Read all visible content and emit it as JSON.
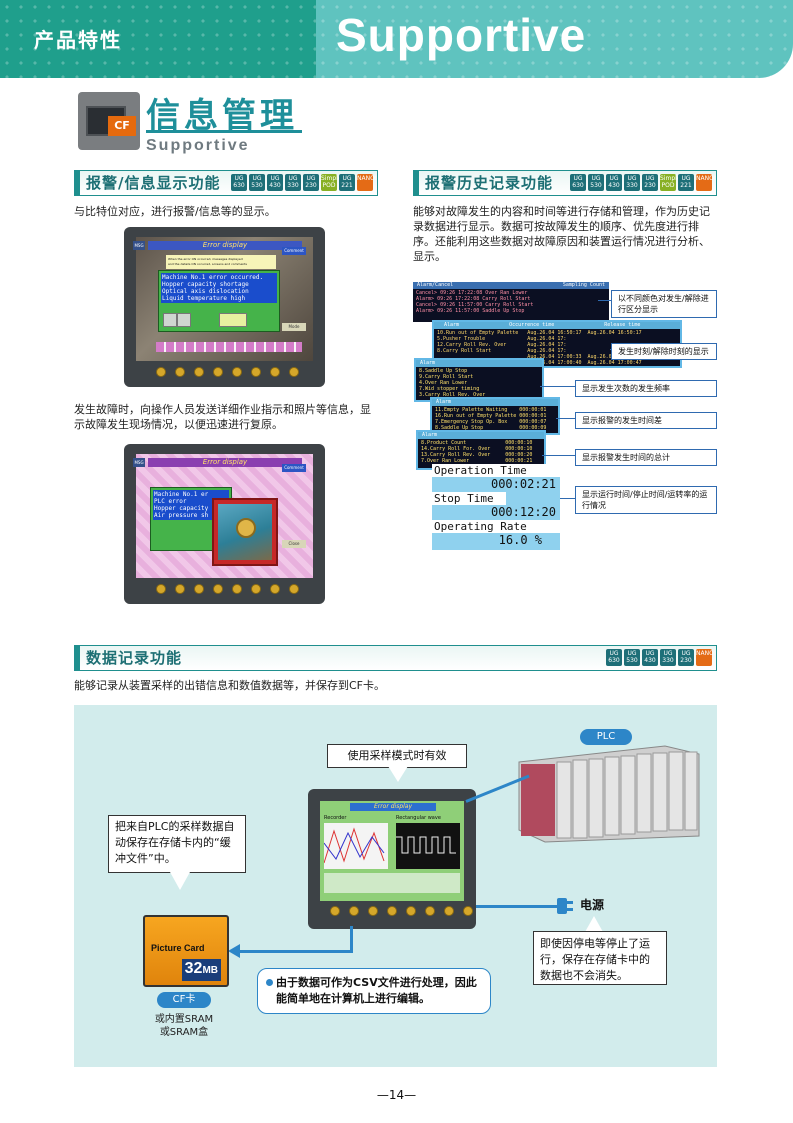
{
  "header": {
    "section_cn": "产品特性",
    "section_en": "Supportive"
  },
  "title": {
    "main": "信息管理",
    "sub": "Supportive",
    "icon_label": "CF"
  },
  "badges_full": [
    "UG\n630",
    "UG\n530",
    "UG\n430",
    "UG\n330",
    "UG\n230",
    "Simple\nPOD",
    "UG\n221",
    "NANO!"
  ],
  "badges_data": [
    "UG\n630",
    "UG\n530",
    "UG\n430",
    "UG\n330",
    "UG\n230",
    "NANO!"
  ],
  "section1": {
    "title": "报警/信息显示功能",
    "desc": "与比特位对应，进行报警/信息等的显示。",
    "desc2": "发生故障时，向操作人员发送详细作业指示和照片等信息，显示故障发生现场情况，以便迅速进行复原。",
    "screen1": {
      "title": "Error display",
      "subtitle1": "When the error ON occurred, messages displayed",
      "subtitle2": "and the details ON occurred, screens and comments",
      "lines": [
        "Machine No.1 error occurred.",
        "Hopper capacity shortage",
        "Optical axis dislocation",
        "Liquid temperature high"
      ],
      "btn": "Comment",
      "btn2": "Mode",
      "tag": "MSG"
    },
    "screen2": {
      "title": "Error display",
      "lines": [
        "Machine No.1 er",
        "PLC error",
        "Hopper capacity",
        "Air pressure sh"
      ],
      "btn": "Comment",
      "tag": "MSG",
      "btn2": "Close"
    }
  },
  "section2": {
    "title": "报警历史记录功能",
    "desc": "能够对故障发生的内容和时间等进行存储和管理，作为历史记录数据进行显示。数据可按故障发生的顺序、优先度进行排序。还能利用这些数据对故障原因和装置运行情况进行分析、显示。",
    "screens": {
      "top_head1": "Alarm/Cancel",
      "top_head2": "Sampling Count",
      "top_rows": [
        "Cancel> 09:26 17:22:08 Over Ran Lower",
        "Alarm> 09:26 17:22:08 Carry Roll Start",
        "Cancel> 09:26 11:57:00 Carry Roll Start",
        "Alarm> 09:26 11:57:00 Saddle Up Stop"
      ],
      "order_head": [
        "Alarm",
        "Occurrence time",
        "Release time"
      ],
      "order_rows": [
        "10.Run out of Empty Palette   Aug.26.04 16:50:17  Aug.26.04 16:50:17",
        "5.Pusher Trouble              Aug.26.04 17:",
        "12.Carry Roll Rev. Over       Aug.26.04 17:",
        "8.Carry Roll Start            Aug.26.04 17:",
        "                              Aug.26.04 17:00:33  Aug.26.04 17:00:45",
        "                              Aug.26.04 17:00:40  Aug.26.04 17:00:47"
      ],
      "freq_head": "Alarm",
      "freq_rows": [
        "8.Saddle Up Stop",
        "9.Carry Roll Start",
        "4.Over Ran Lower",
        "7.Wid stopper timing",
        "3.Carry Roll Rev. Over"
      ],
      "diff_head": "Alarm",
      "diff_rows": [
        "11.Empty Palette Waiting    000:00:01",
        "16.Run out of Empty Palette 000:00:01",
        "7.Emergency Stop Op. Box    000:00:07",
        "8.Saddle Up Stop            000:00:09"
      ],
      "total_head": "Alarm",
      "total_rows": [
        "8.Product Count             000:00:10",
        "14.Carry Roll For. Over     000:00:10",
        "13.Carry Roll Rev. Over     000:00:20",
        "7.Over Ran Lower            000:00:21"
      ],
      "op_label": "Operation Time",
      "op_value": "000:02:21",
      "stop_label": "Stop Time",
      "stop_value": "000:12:20",
      "rate_label": "Operating Rate",
      "rate_value": "16.0 %"
    },
    "callouts": [
      "以不同颜色对发生/解除进行区分显示",
      "发生时刻/解除时刻的显示",
      "显示发生次数的发生频率",
      "显示报警的发生时间差",
      "显示报警发生时间的总计",
      "显示运行时间/停止时间/运转率的运行情况"
    ]
  },
  "section3": {
    "title": "数据记录功能",
    "desc": "能够记录从装置采样的出错信息和数值数据等，并保存到CF卡。",
    "box_top": "使用采样模式时有效",
    "box_left": "把来自PLC的采样数据自动保存在存储卡内的“缓冲文件”中。",
    "box_right": "即使因停电等停止了运行，保存在存储卡中的数据也不会消失。",
    "box_bottom": "由于数据可作为CSV文件进行处理，因此能简单地在计算机上进行编辑。",
    "plc": "PLC",
    "power": "电源",
    "card_label": "Picture Card",
    "card_size": "32",
    "card_unit": "MB",
    "cf_tag": "CF卡",
    "cf_note1": "或内置SRAM",
    "cf_note2": "或SRAM盒",
    "screen_title": "Error display",
    "screen_left": "Recorder",
    "screen_right": "Rectangular wave"
  },
  "page_number": "—14—",
  "colors": {
    "teal": "#1f9f8c",
    "accent": "#1d6f74",
    "bg_light": "#d2ecec",
    "arrow": "#2d86c8"
  }
}
